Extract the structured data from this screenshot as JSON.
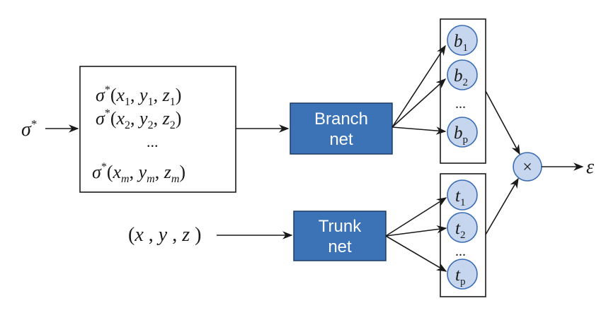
{
  "input_symbol": "σ",
  "input_symbol_sup": "*",
  "sample_rows": [
    {
      "f": "σ",
      "sup": "*",
      "x": "x",
      "xs": "1",
      "y": "y",
      "ys": "1",
      "z": "z",
      "zs": "1"
    },
    {
      "f": "σ",
      "sup": "*",
      "x": "x",
      "xs": "2",
      "y": "y",
      "ys": "2",
      "z": "z",
      "zs": "2"
    },
    {
      "f": "σ",
      "sup": "*",
      "x": "x",
      "xs": "m",
      "y": "y",
      "ys": "m",
      "z": "z",
      "zs": "m"
    }
  ],
  "ellipsis": "...",
  "branch_net": {
    "line1": "Branch",
    "line2": "net"
  },
  "trunk_net": {
    "line1": "Trunk",
    "line2": "net"
  },
  "coords": {
    "open": "(",
    "x": "x",
    "y": "y",
    "z": "z",
    "sep": ",",
    "close": ")"
  },
  "branch_outputs": [
    {
      "sym": "b",
      "sub": "1"
    },
    {
      "sym": "b",
      "sub": "2"
    },
    {
      "sym": "b",
      "sub": "p"
    }
  ],
  "trunk_outputs": [
    {
      "sym": "t",
      "sub": "1"
    },
    {
      "sym": "t",
      "sub": "2"
    },
    {
      "sym": "t",
      "sub": "p"
    }
  ],
  "multiply_symbol": "×",
  "output_symbol": "ε",
  "colors": {
    "net_fill": "#3b73b6",
    "node_fill": "#c6d6ef",
    "node_stroke": "#3a6db4"
  }
}
